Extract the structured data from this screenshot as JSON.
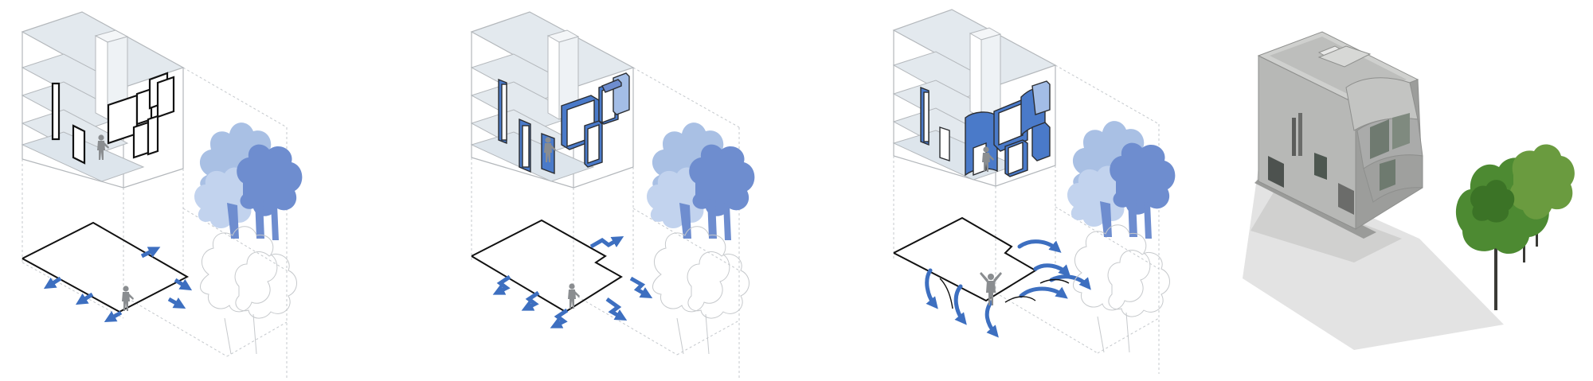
{
  "diagram": {
    "panels": [
      {
        "id": "diagram-1",
        "frame_style": "black-outline",
        "flow": "straight"
      },
      {
        "id": "diagram-2",
        "frame_style": "blue-extruded",
        "flow": "zigzag"
      },
      {
        "id": "diagram-3",
        "frame_style": "blue-extruded-curved",
        "flow": "curved"
      }
    ],
    "rendering": {
      "id": "rendering",
      "material": "concrete"
    }
  },
  "colors": {
    "line_gray": "#b4b8bc",
    "dash_gray": "#c4c8cc",
    "floor_fill": "#e3e9ee",
    "frame_blue": "#4a7ac9",
    "frame_blue_light": "#a3bde6",
    "arrow_blue": "#3d6fc0",
    "tree_light": "#a9c0e4",
    "tree_mid": "#90ace0",
    "tree_dark": "#6e8dcf",
    "figure_gray": "#8a8d90",
    "concrete": "#a9aaa8",
    "tree_green": "#4d8a32",
    "shadow": "#e3e3e3"
  },
  "icons": [
    "person-figure-icon",
    "tree-icon",
    "flow-arrow-icon"
  ]
}
